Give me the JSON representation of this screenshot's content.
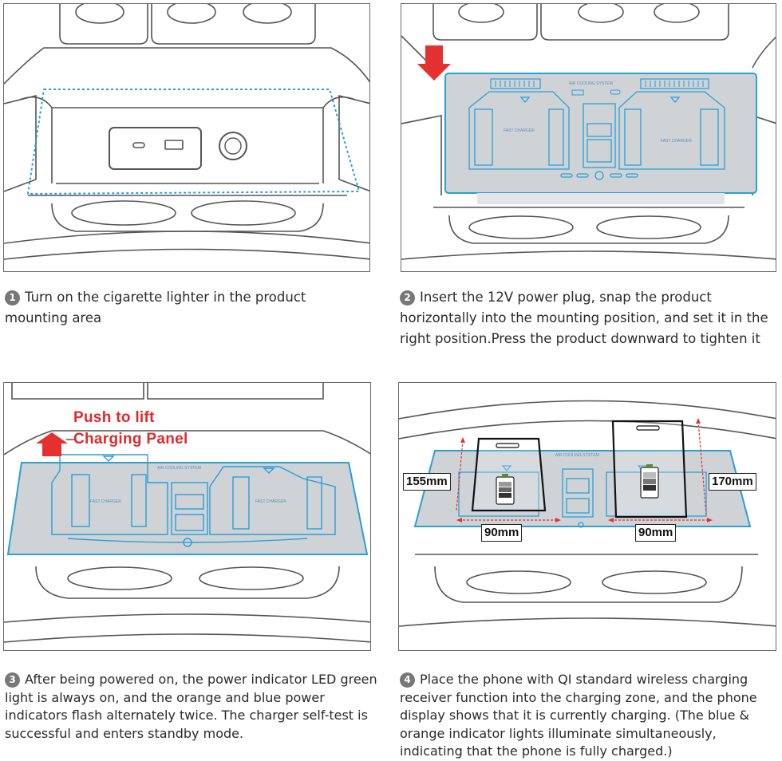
{
  "steps": [
    {
      "number": "1",
      "caption": "Turn on the cigarette lighter in the product mounting area"
    },
    {
      "number": "2",
      "caption": "Insert the 12V power plug, snap the product horizontally into the mounting position, and set it in the right position.Press the product downward to tighten it"
    },
    {
      "number": "3",
      "caption": "After being powered on, the power indicator LED green light is always on, and the orange and blue power indicators flash alternately twice. The charger self-test is successful and enters standby mode."
    },
    {
      "number": "4",
      "caption": "Place the phone with QI standard wireless charging receiver function into the charging zone, and the phone display shows that it is currently charging. (The blue & orange indicator lights illuminate simultaneously, indicating that the phone is fully charged.)"
    }
  ],
  "panel3": {
    "push_line1": "Push to lift",
    "push_line2": "Charging Panel"
  },
  "panel4": {
    "height_left": "155mm",
    "height_right": "170mm",
    "width_left": "90mm",
    "width_right": "90mm"
  },
  "charger": {
    "cooling_label": "AIR COOLING SYSTEM",
    "pad_label": "FAST CHARGER"
  },
  "colors": {
    "outline_blue": "#2a9fd8",
    "panel_gray": "#cfd3d6",
    "arrow_red": "#e53030",
    "line_gray": "#555555"
  }
}
